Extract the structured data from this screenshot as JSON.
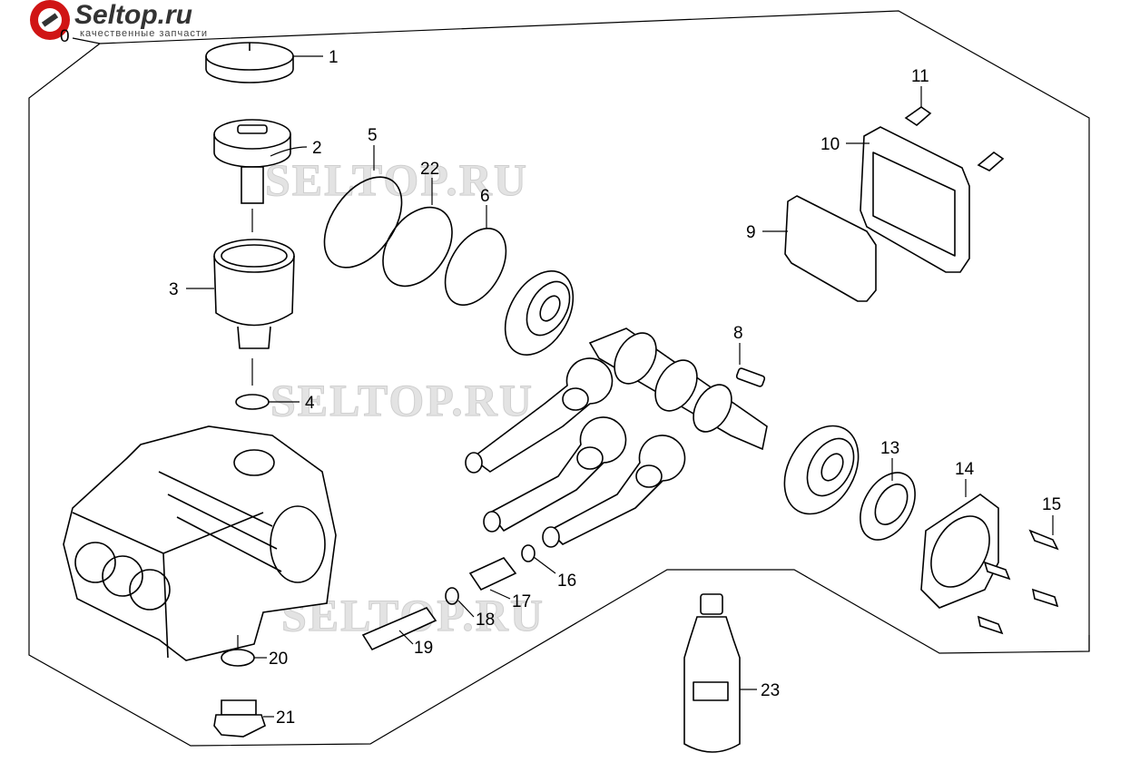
{
  "logo": {
    "name": "Seltop.ru",
    "tagline": "качественные запчасти"
  },
  "watermarks": [
    "SELTOP.RU",
    "SELTOP.RU",
    "SELTOP.RU"
  ],
  "callouts": {
    "c0": "0",
    "c1": "1",
    "c2": "2",
    "c3": "3",
    "c4": "4",
    "c5": "5",
    "c6": "6",
    "c8": "8",
    "c9": "9",
    "c10": "10",
    "c11": "11",
    "c13": "13",
    "c14": "14",
    "c15": "15",
    "c16": "16",
    "c17": "17",
    "c18": "18",
    "c19": "19",
    "c20": "20",
    "c21": "21",
    "c22": "22",
    "c23": "23"
  }
}
